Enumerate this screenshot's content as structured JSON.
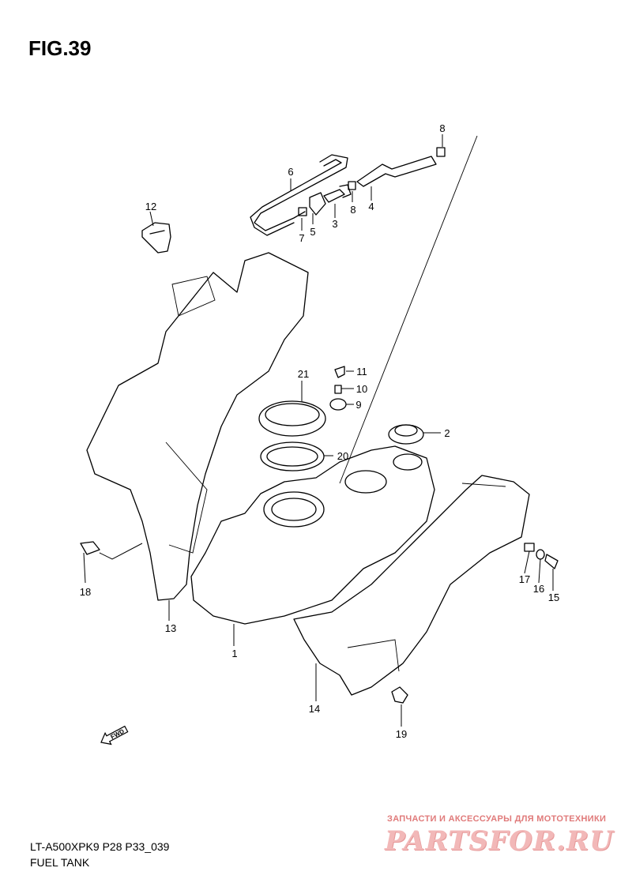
{
  "figure": {
    "label": "FIG.39",
    "model_code": "LT-A500XPK9 P28 P33_039",
    "title": "FUEL TANK"
  },
  "fwd_label": "FWD",
  "callouts": [
    "1",
    "2",
    "3",
    "4",
    "5",
    "6",
    "7",
    "8",
    "8",
    "9",
    "10",
    "11",
    "12",
    "13",
    "14",
    "15",
    "16",
    "17",
    "18",
    "19",
    "20",
    "21"
  ],
  "watermark": {
    "tagline": "ЗАПЧАСТИ И АКСЕССУАРЫ ДЛЯ МОТОТЕХНИКИ",
    "brand": "PARTSFOR.RU",
    "color": "#e88a8a"
  }
}
